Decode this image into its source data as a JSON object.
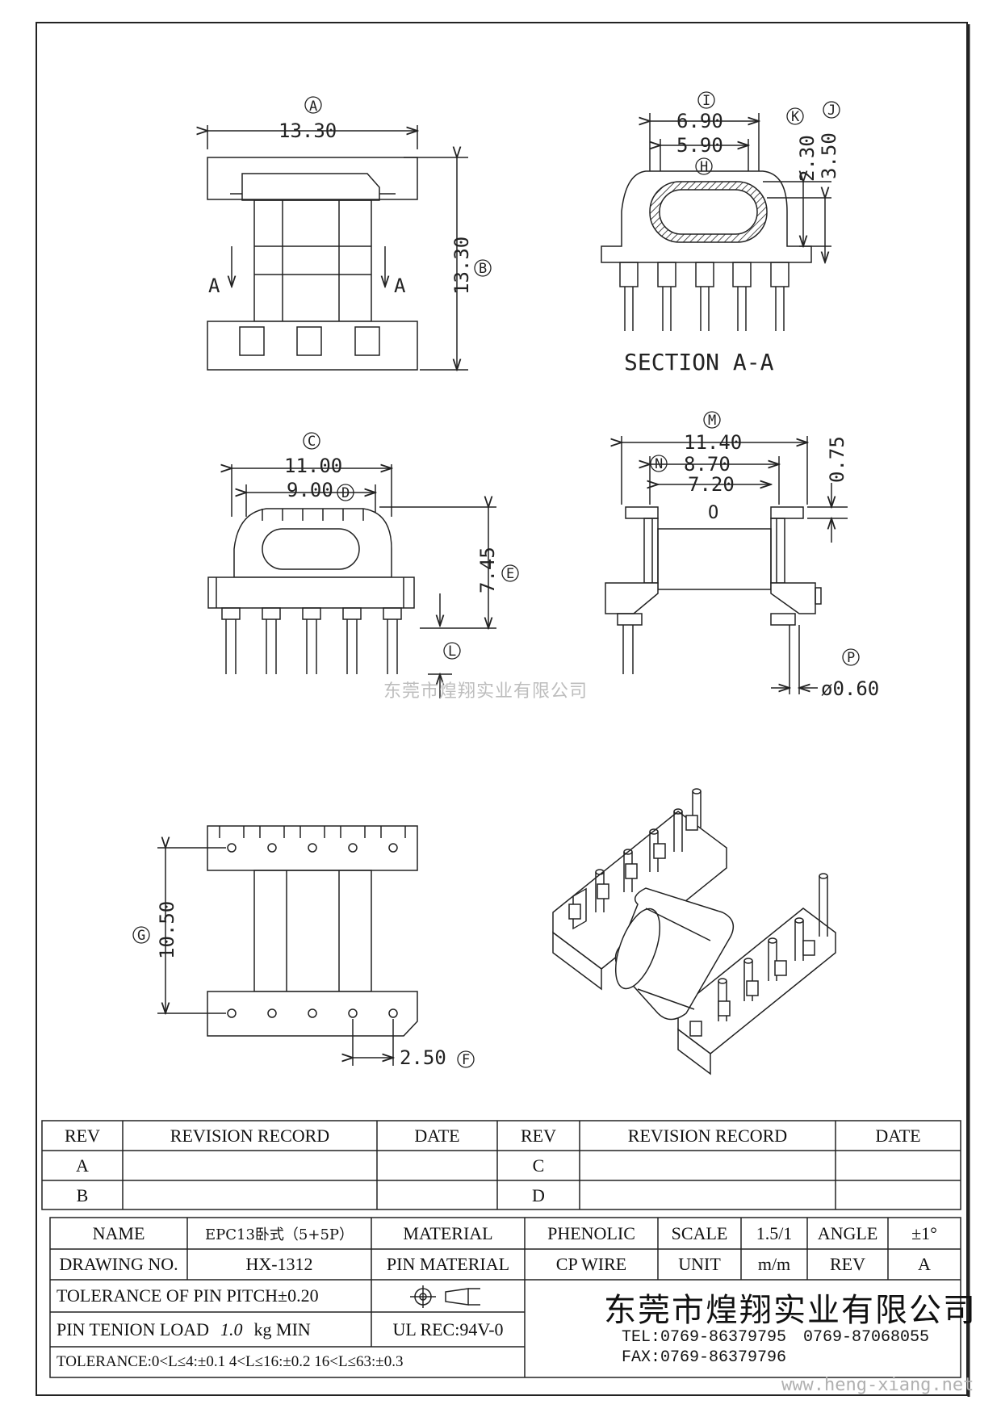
{
  "drawing": {
    "views": {
      "top": {
        "dim_width": "13.30",
        "dim_height": "13.30",
        "label_width": "A",
        "label_height": "B",
        "section_mark": "A"
      },
      "section": {
        "title": "SECTION A-A",
        "dim_outer": "6.90",
        "dim_inner": "5.90",
        "dim_k": "2.30",
        "dim_j": "3.50",
        "label_outer": "I",
        "label_inner": "H",
        "label_k": "K",
        "label_j": "J"
      },
      "front": {
        "dim_width": "11.00",
        "dim_inner": "9.00",
        "dim_height": "7.45",
        "label_width": "C",
        "label_inner": "D",
        "label_height": "E",
        "label_pin": "L"
      },
      "side": {
        "dim_total": "11.40",
        "dim_mid": "8.70",
        "dim_inner": "7.20",
        "dim_flange": "0.75",
        "dim_pin": "ø0.60",
        "label_total": "M",
        "label_mid": "N",
        "label_inner": "O",
        "label_pin": "P"
      },
      "bottom": {
        "dim_height": "10.50",
        "dim_pitch": "2.50",
        "label_height": "G",
        "label_pitch": "F"
      }
    },
    "watermark_center": "东莞市煌翔实业有限公司",
    "watermark_url": "www.heng-xiang.net"
  },
  "revision_table": {
    "headers": [
      "REV",
      "REVISION RECORD",
      "DATE",
      "REV",
      "REVISION RECORD",
      "DATE"
    ],
    "rows": [
      [
        "A",
        "",
        "",
        "C",
        "",
        ""
      ],
      [
        "B",
        "",
        "",
        "D",
        "",
        ""
      ]
    ]
  },
  "title_block": {
    "name_label": "NAME",
    "name_value": "EPC13卧式（5+5P）",
    "material_label": "MATERIAL",
    "material_value": "PHENOLIC",
    "scale_label": "SCALE",
    "scale_value": "1.5/1",
    "angle_label": "ANGLE",
    "angle_value": "±1°",
    "drawing_no_label": "DRAWING NO.",
    "drawing_no_value": "HX-1312",
    "pin_material_label": "PIN MATERIAL",
    "pin_material_value": "CP WIRE",
    "unit_label": "UNIT",
    "unit_value": "m/m",
    "rev_label": "REV",
    "rev_value": "A",
    "tolerance_pin_pitch": "TOLERANCE OF PIN PITCH±0.20",
    "pin_tenion_label": "PIN TENION LOAD",
    "pin_tenion_value": "1.0",
    "pin_tenion_unit": "kg MIN",
    "ul_rec": "UL REC:94V-0",
    "tolerance_general": "TOLERANCE:0<L≤4:±0.1  4<L≤16:±0.2  16<L≤63:±0.3",
    "company": "东莞市煌翔实业有限公司",
    "tel": "TEL:0769-86379795",
    "tel2": "0769-87068055",
    "fax": "FAX:0769-86379796"
  }
}
